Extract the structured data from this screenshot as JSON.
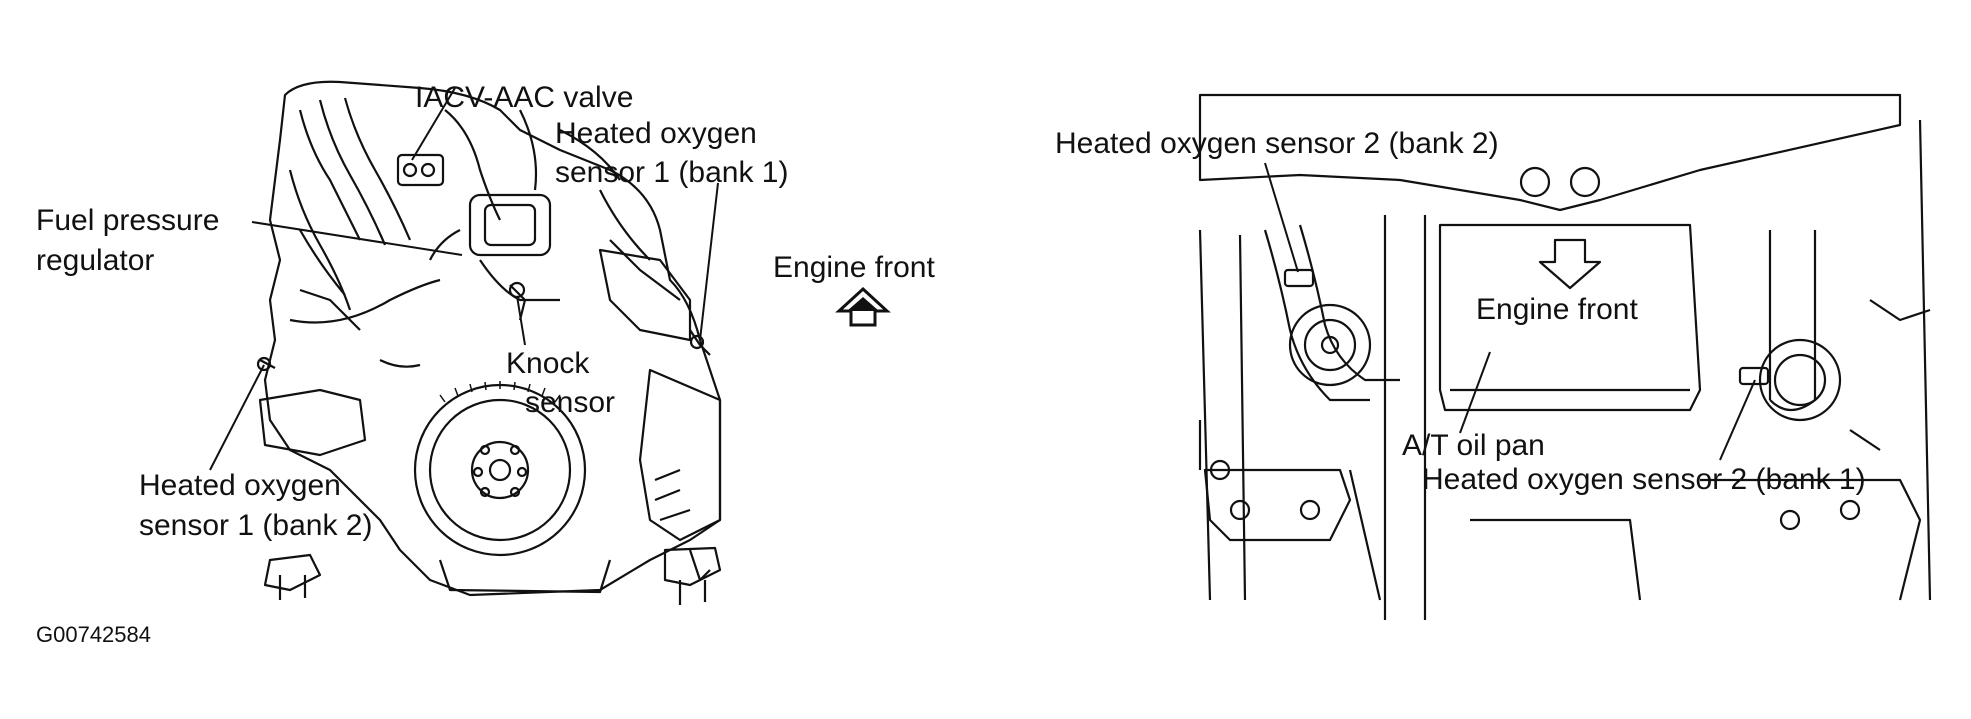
{
  "figure_id": "G00742584",
  "left_view": {
    "labels": {
      "iacv": "IACV-AAC valve",
      "hos1_b1_line1": "Heated oxygen",
      "hos1_b1_line2": "sensor 1 (bank 1)",
      "fuel_line1": "Fuel pressure",
      "fuel_line2": "regulator",
      "knock_line1": "Knock",
      "knock_line2": "sensor",
      "hos1_b2_line1": "Heated oxygen",
      "hos1_b2_line2": "sensor 1 (bank 2)"
    }
  },
  "center": {
    "engine_front": "Engine front"
  },
  "right_view": {
    "labels": {
      "hos2_b2": "Heated oxygen sensor 2 (bank 2)",
      "engine_front": "Engine front",
      "at_oil_pan": "A/T oil pan",
      "hos2_b1": "Heated oxygen sensor 2 (bank 1)"
    }
  }
}
